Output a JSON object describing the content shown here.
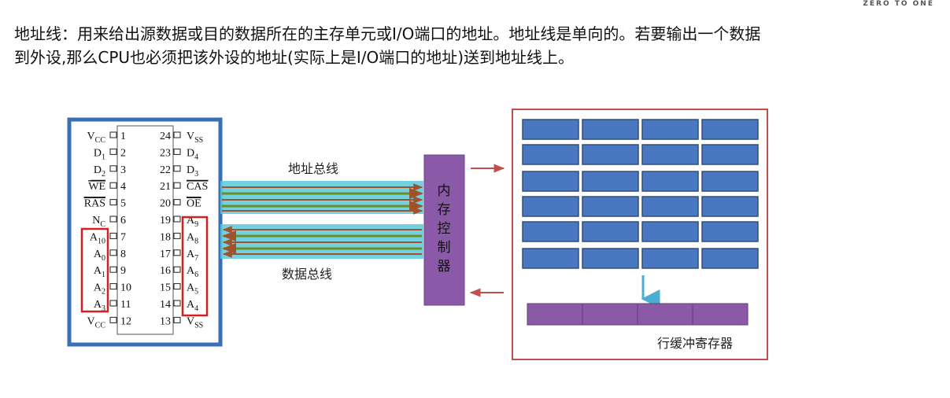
{
  "brand": "ZERO TO ONE",
  "caption": {
    "line1": "地址线：用来给出源数据或目的数据所在的主存单元或I/O端口的地址。地址线是单向的。若要输出一个数据",
    "line2": "到外设,那么CPU也必须把该外设的地址(实际上是I/O端口的地址)送到地址线上。"
  },
  "chip": {
    "left_pins": [
      {
        "num": "1",
        "label": "V",
        "sub": "CC",
        "over": false
      },
      {
        "num": "2",
        "label": "D",
        "sub": "1",
        "over": false
      },
      {
        "num": "3",
        "label": "D",
        "sub": "2",
        "over": false
      },
      {
        "num": "4",
        "label": "WE",
        "sub": "",
        "over": true
      },
      {
        "num": "5",
        "label": "RAS",
        "sub": "",
        "over": true
      },
      {
        "num": "6",
        "label": "N",
        "sub": "C",
        "over": false
      },
      {
        "num": "7",
        "label": "A",
        "sub": "10",
        "over": false
      },
      {
        "num": "8",
        "label": "A",
        "sub": "0",
        "over": false
      },
      {
        "num": "9",
        "label": "A",
        "sub": "1",
        "over": false
      },
      {
        "num": "10",
        "label": "A",
        "sub": "2",
        "over": false
      },
      {
        "num": "11",
        "label": "A",
        "sub": "3",
        "over": false
      },
      {
        "num": "12",
        "label": "V",
        "sub": "CC",
        "over": false
      }
    ],
    "right_pins": [
      {
        "num": "24",
        "label": "V",
        "sub": "SS",
        "over": false
      },
      {
        "num": "23",
        "label": "D",
        "sub": "4",
        "over": false
      },
      {
        "num": "22",
        "label": "D",
        "sub": "3",
        "over": false
      },
      {
        "num": "21",
        "label": "CAS",
        "sub": "",
        "over": true
      },
      {
        "num": "20",
        "label": "OE",
        "sub": "",
        "over": true
      },
      {
        "num": "19",
        "label": "A",
        "sub": "9",
        "over": false
      },
      {
        "num": "18",
        "label": "A",
        "sub": "8",
        "over": false
      },
      {
        "num": "17",
        "label": "A",
        "sub": "7",
        "over": false
      },
      {
        "num": "16",
        "label": "A",
        "sub": "6",
        "over": false
      },
      {
        "num": "15",
        "label": "A",
        "sub": "5",
        "over": false
      },
      {
        "num": "14",
        "label": "A",
        "sub": "4",
        "over": false
      },
      {
        "num": "13",
        "label": "V",
        "sub": "SS",
        "over": false
      }
    ]
  },
  "buses": {
    "address_label": "地址总线",
    "data_label": "数据总线"
  },
  "controller": {
    "chars": [
      "内",
      "存",
      "控",
      "制",
      "器"
    ]
  },
  "memory": {
    "row_buffer_label": "行缓冲寄存器"
  },
  "colors": {
    "chip_border": "#3a6fb5",
    "cell_fill": "#4a78c0",
    "cell_stroke": "#2c4f86",
    "controller_fill": "#8a5aa8",
    "buffer_fill": "#8a5aa8",
    "memory_border": "#c0504d",
    "arrow_red": "#c0504d",
    "arrow_cyan": "#4aaed0",
    "highlight_red": "#d62020"
  }
}
